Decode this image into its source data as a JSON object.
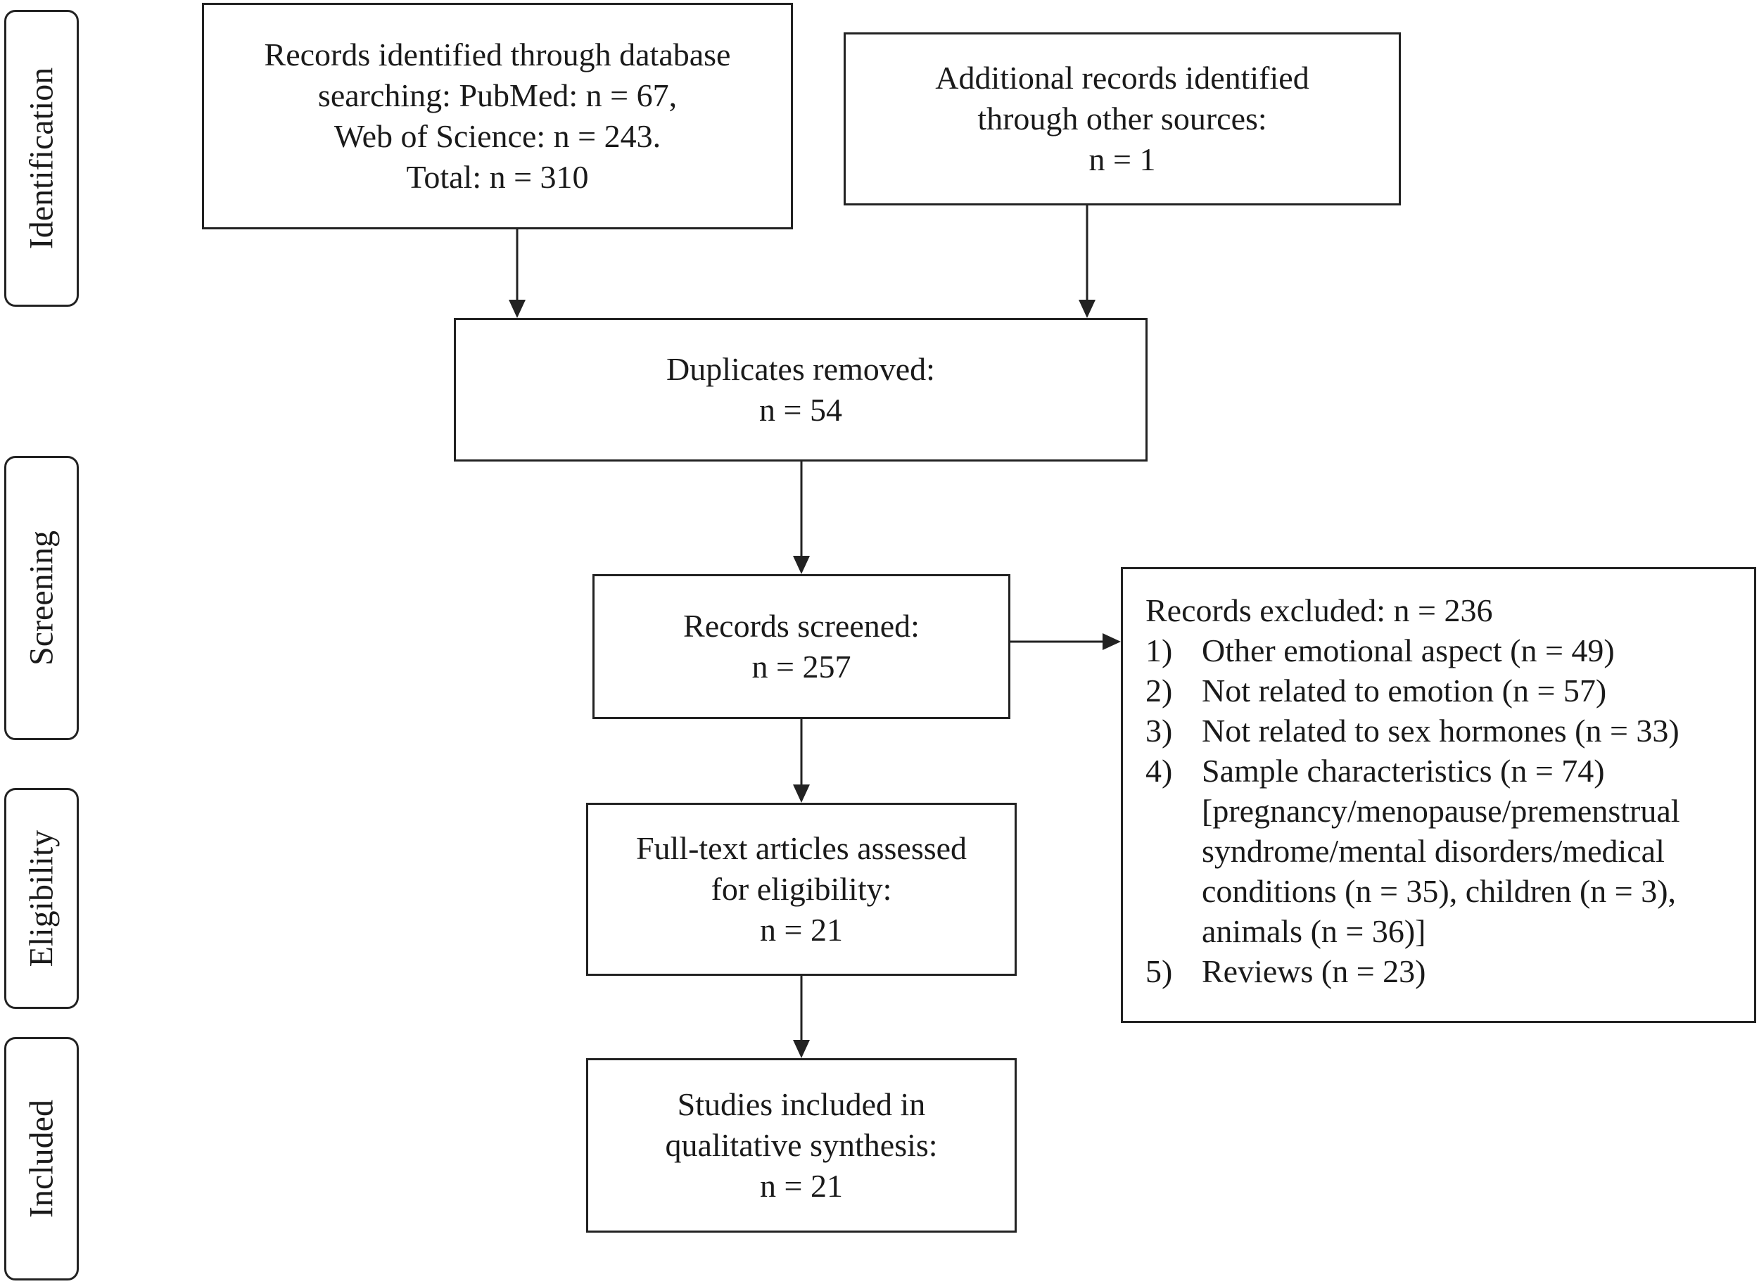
{
  "stages": {
    "identification": "Identification",
    "screening": "Screening",
    "eligibility": "Eligibility",
    "included": "Included"
  },
  "boxes": {
    "database": {
      "lines": [
        "Records identified through database",
        "searching: PubMed: n = 67,",
        "Web of Science: n = 243.",
        "Total: n = 310"
      ]
    },
    "other_sources": {
      "lines": [
        "Additional records identified",
        "through other sources:",
        "n = 1"
      ]
    },
    "duplicates": {
      "lines": [
        "Duplicates removed:",
        "n = 54"
      ]
    },
    "screened": {
      "lines": [
        "Records screened:",
        "n = 257"
      ]
    },
    "fulltext": {
      "lines": [
        "Full-text articles assessed",
        "for eligibility:",
        "n = 21"
      ]
    },
    "included": {
      "lines": [
        "Studies included in",
        "qualitative synthesis:",
        "n = 21"
      ]
    },
    "excluded": {
      "title": "Records excluded: n = 236",
      "items": [
        {
          "num": "1)",
          "lines": [
            "Other emotional aspect (n = 49)"
          ]
        },
        {
          "num": "2)",
          "lines": [
            "Not related to emotion (n = 57)"
          ]
        },
        {
          "num": "3)",
          "lines": [
            "Not related to sex hormones (n = 33)"
          ]
        },
        {
          "num": "4)",
          "lines": [
            "Sample characteristics (n = 74)",
            "[pregnancy/menopause/premenstrual",
            "syndrome/mental disorders/medical",
            "conditions (n = 35), children (n = 3),",
            "animals (n = 36)]"
          ]
        },
        {
          "num": "5)",
          "lines": [
            "Reviews (n = 23)"
          ]
        }
      ]
    }
  }
}
